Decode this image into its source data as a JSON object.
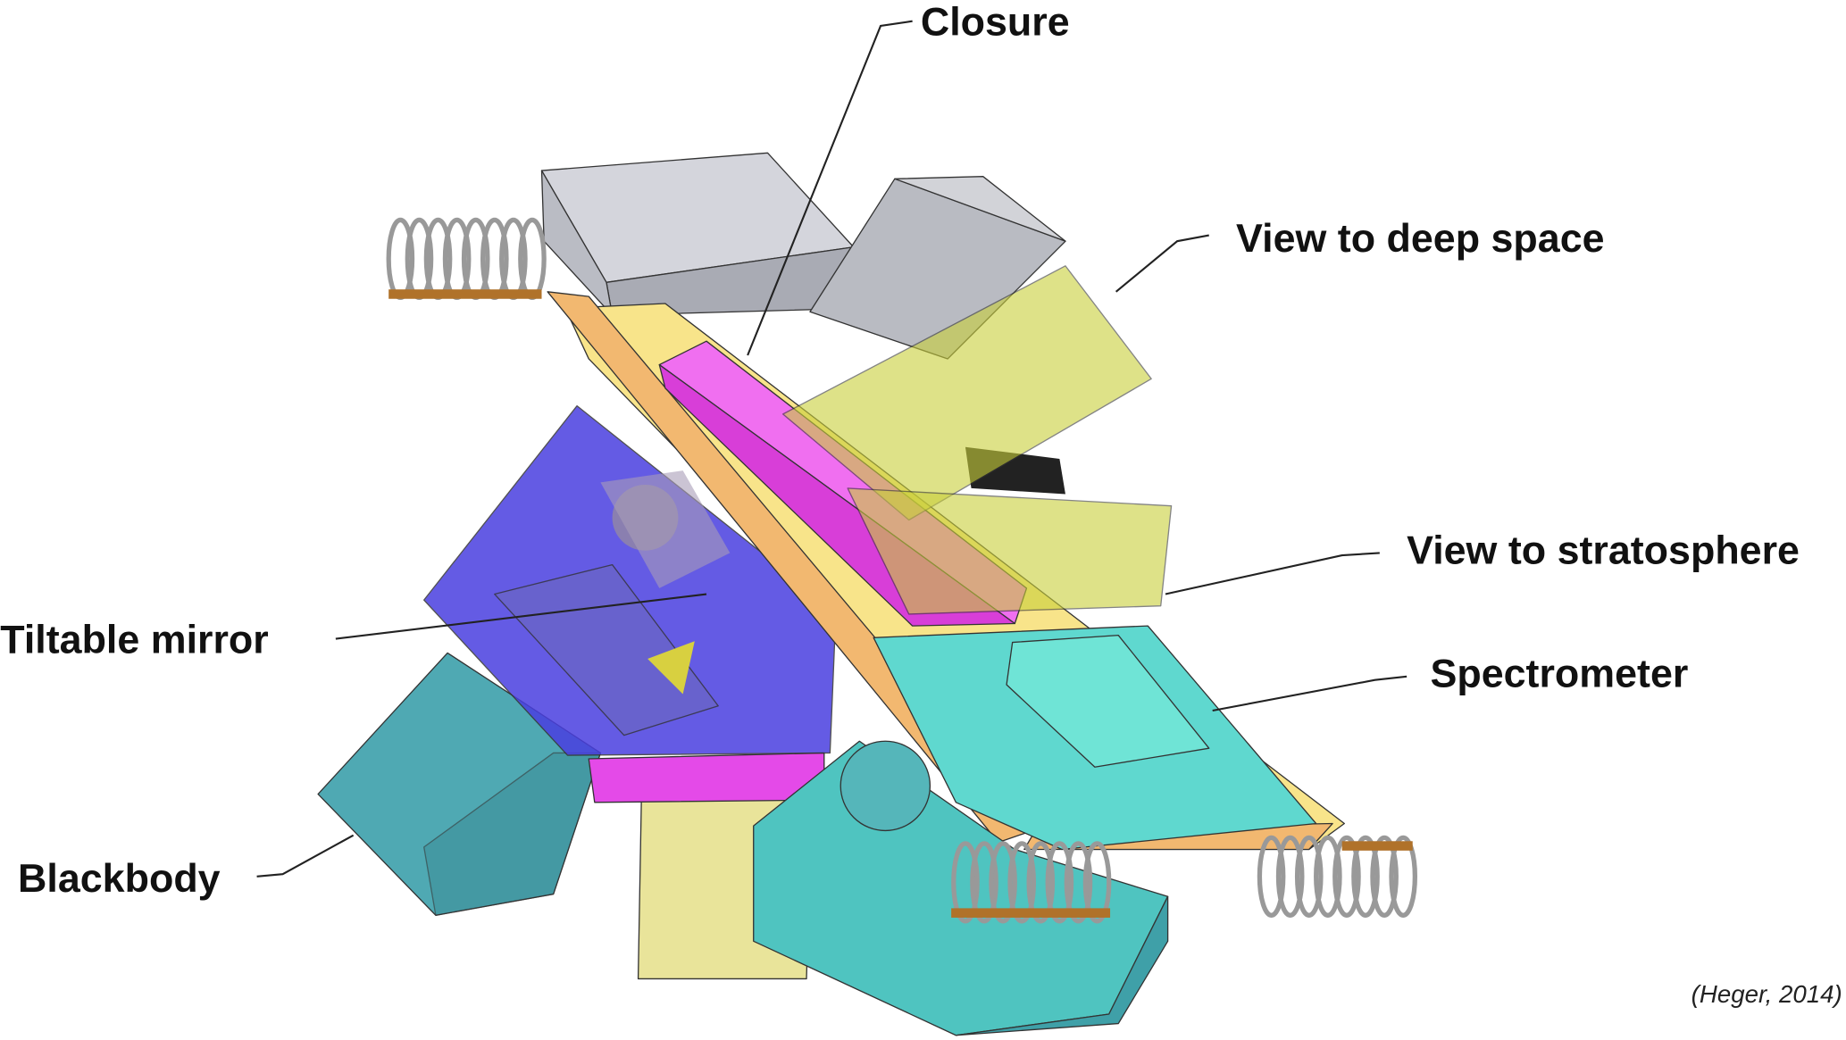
{
  "labels": {
    "closure": "Closure",
    "deep_space": "View to deep space",
    "stratosphere": "View to stratosphere",
    "tiltable_mirror": "Tiltable mirror",
    "spectrometer": "Spectrometer",
    "blackbody": "Blackbody"
  },
  "citation": "(Heger, 2014)",
  "colors": {
    "housing_gray": "#c9cbd3",
    "blackbody_teal": "#4fa9b3",
    "mirror_blue": "#4a3fe0",
    "closure_magenta": "#e44ae8",
    "plate_orange": "#f2b870",
    "plate_yellow": "#f8e48a",
    "spectrometer_cyan": "#5fd8cf",
    "view_box_yellow": "#c9cf3a"
  }
}
